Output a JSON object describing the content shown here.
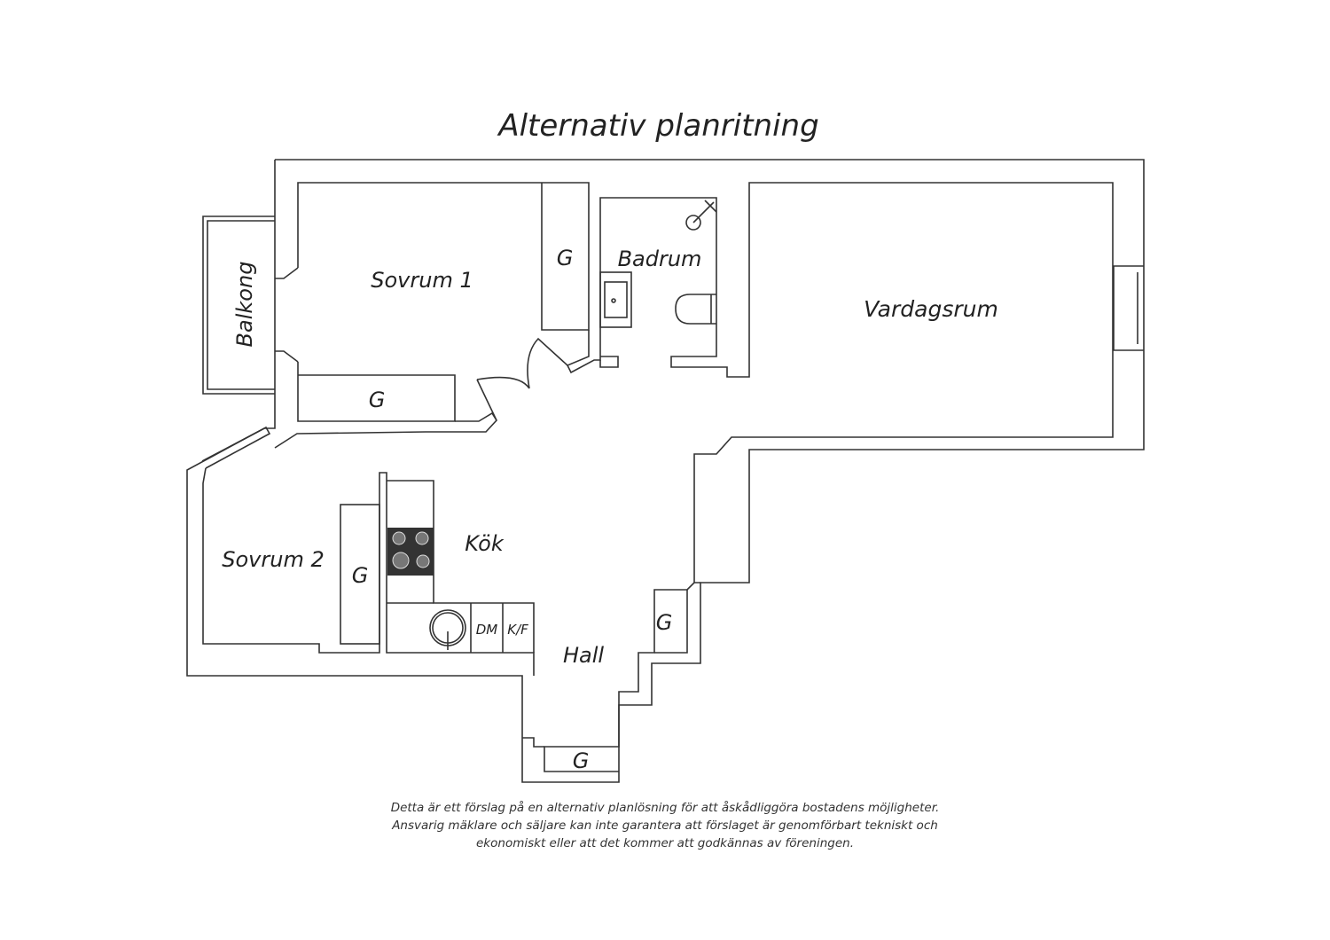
{
  "title": "Alternativ planritning",
  "rooms": {
    "balkong": "Balkong",
    "sovrum1": "Sovrum 1",
    "badrum": "Badrum",
    "vardagsrum": "Vardagsrum",
    "sovrum2": "Sovrum 2",
    "kok": "Kök",
    "hall": "Hall"
  },
  "fixtures": {
    "closet": "G",
    "dishwasher": "DM",
    "fridge_freezer": "K/F"
  },
  "disclaimer": [
    "Detta är ett förslag på en alternativ planlösning för att åskådliggöra bostadens möjligheter.",
    "Ansvarig mäklare och säljare kan inte garantera att förslaget är genomförbart tekniskt och",
    "ekonomiskt eller att det kommer att godkännas av föreningen."
  ]
}
